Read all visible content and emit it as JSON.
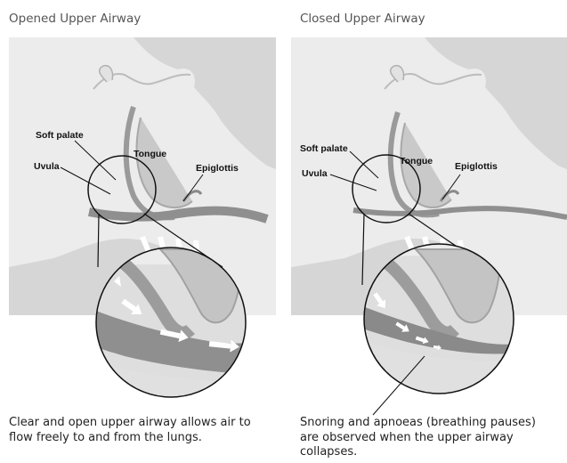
{
  "panels": [
    {
      "title": "Opened Upper Airway",
      "labels": {
        "soft_palate": "Soft palate",
        "uvula": "Uvula",
        "tongue": "Tongue",
        "epiglottis": "Epiglottis"
      },
      "caption": "Clear and open upper airway allows air to flow freely to and from the lungs."
    },
    {
      "title": "Closed Upper Airway",
      "labels": {
        "soft_palate": "Soft palate",
        "uvula": "Uvula",
        "tongue": "Tongue",
        "epiglottis": "Epiglottis"
      },
      "caption": "Snoring and apnoeas (breathing pauses) are observed when the upper airway collapses."
    }
  ],
  "colors": {
    "background": "#d6d6d6",
    "skin": "#ececec",
    "airway": "#8f8f8f",
    "text": "#222222"
  }
}
